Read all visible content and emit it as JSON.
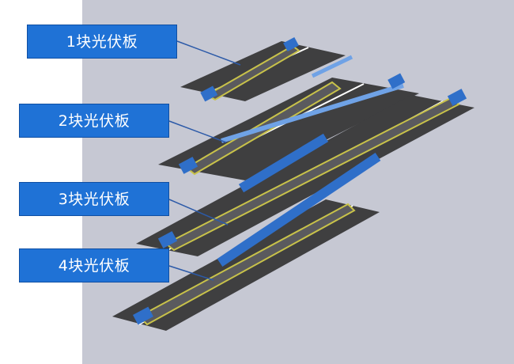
{
  "labels": [
    {
      "text": "1块光伏板"
    },
    {
      "text": "2块光伏板"
    },
    {
      "text": "3块光伏板"
    },
    {
      "text": "4块光伏板"
    }
  ],
  "colors": {
    "background": "#c6c8d3",
    "left_margin": "#ffffff",
    "road": "#3f3f40",
    "lane_line": "#ffffff",
    "panel_track": "#5a5a5e",
    "panel_edge": "#c8c24a",
    "carriage": "#2f6fc9",
    "carriage_light": "#6fa2e6",
    "label_fill": "#1f72d6",
    "leader_line": "#2c5aa8"
  },
  "icons": [
    "solar-panel-array",
    "cleaning-robot"
  ]
}
